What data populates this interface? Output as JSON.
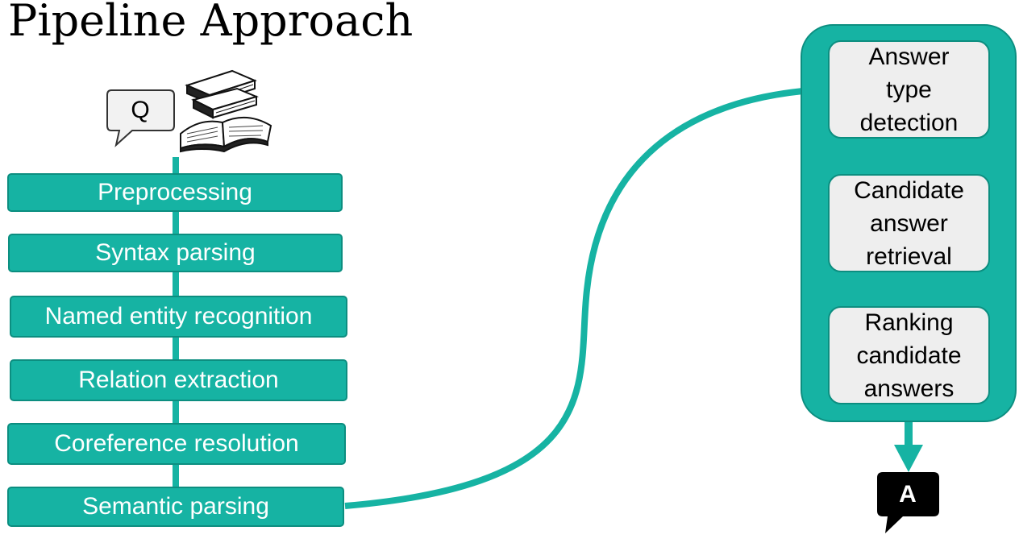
{
  "title": "Pipeline Approach",
  "question_bubble": {
    "label": "Q"
  },
  "answer_bubble": {
    "label": "A"
  },
  "pipeline_steps": [
    "Preprocessing",
    "Syntax parsing",
    "Named entity recognition",
    "Relation extraction",
    "Coreference resolution",
    "Semantic parsing"
  ],
  "answer_stages": [
    "Answer\ntype\ndetection",
    "Candidate\nanswer\nretrieval",
    "Ranking\ncandidate\nanswers"
  ],
  "colors": {
    "accent": "#16b3a3",
    "accent_border": "#0c8e80",
    "stage_fill": "#eeeeee"
  },
  "icons": [
    "books-icon",
    "speech-bubble-icon"
  ]
}
